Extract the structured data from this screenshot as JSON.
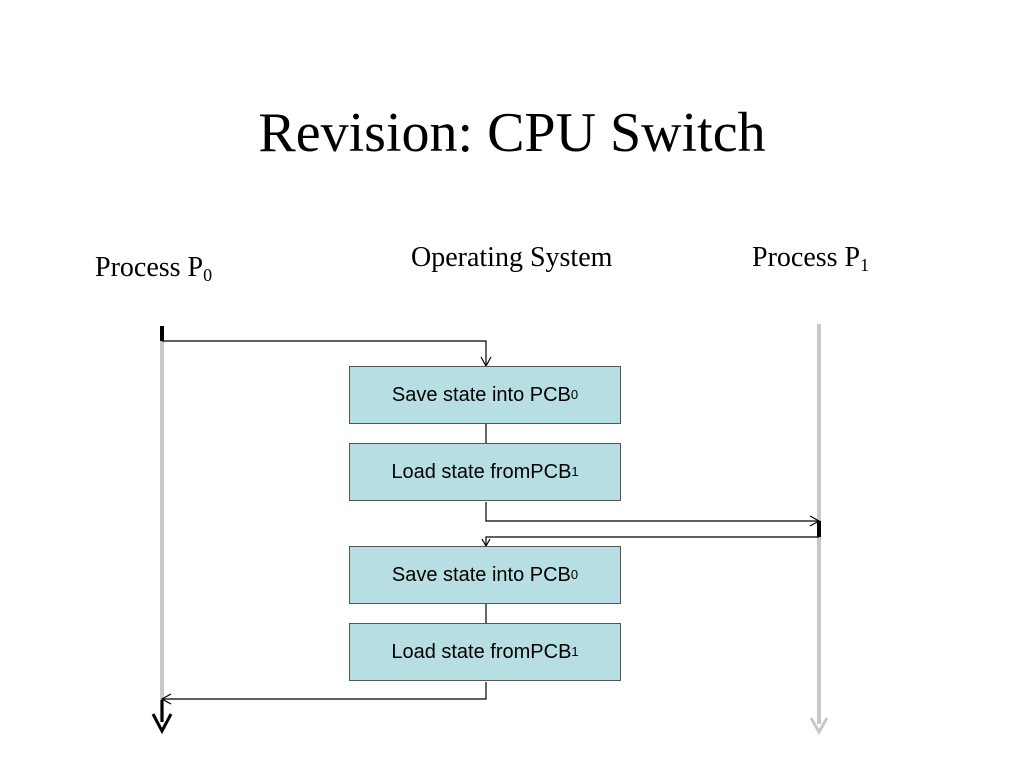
{
  "slide": {
    "title": "Revision: CPU Switch"
  },
  "lanes": [
    {
      "label": "Process P",
      "subscript": "0"
    },
    {
      "label": "Operating System",
      "subscript": ""
    },
    {
      "label": "Process P",
      "subscript": "1"
    }
  ],
  "steps": [
    {
      "text": "Save state into PCB",
      "subscript": "0"
    },
    {
      "text": "Load state fromPCB",
      "subscript": "1"
    },
    {
      "text": "Save state into PCB",
      "subscript": "0"
    },
    {
      "text": "Load state fromPCB",
      "subscript": "1"
    }
  ],
  "colors": {
    "box_fill": "#b7dee2",
    "box_border": "#555555",
    "active_lane": "#000000",
    "idle_lane": "#c8c8c8"
  }
}
